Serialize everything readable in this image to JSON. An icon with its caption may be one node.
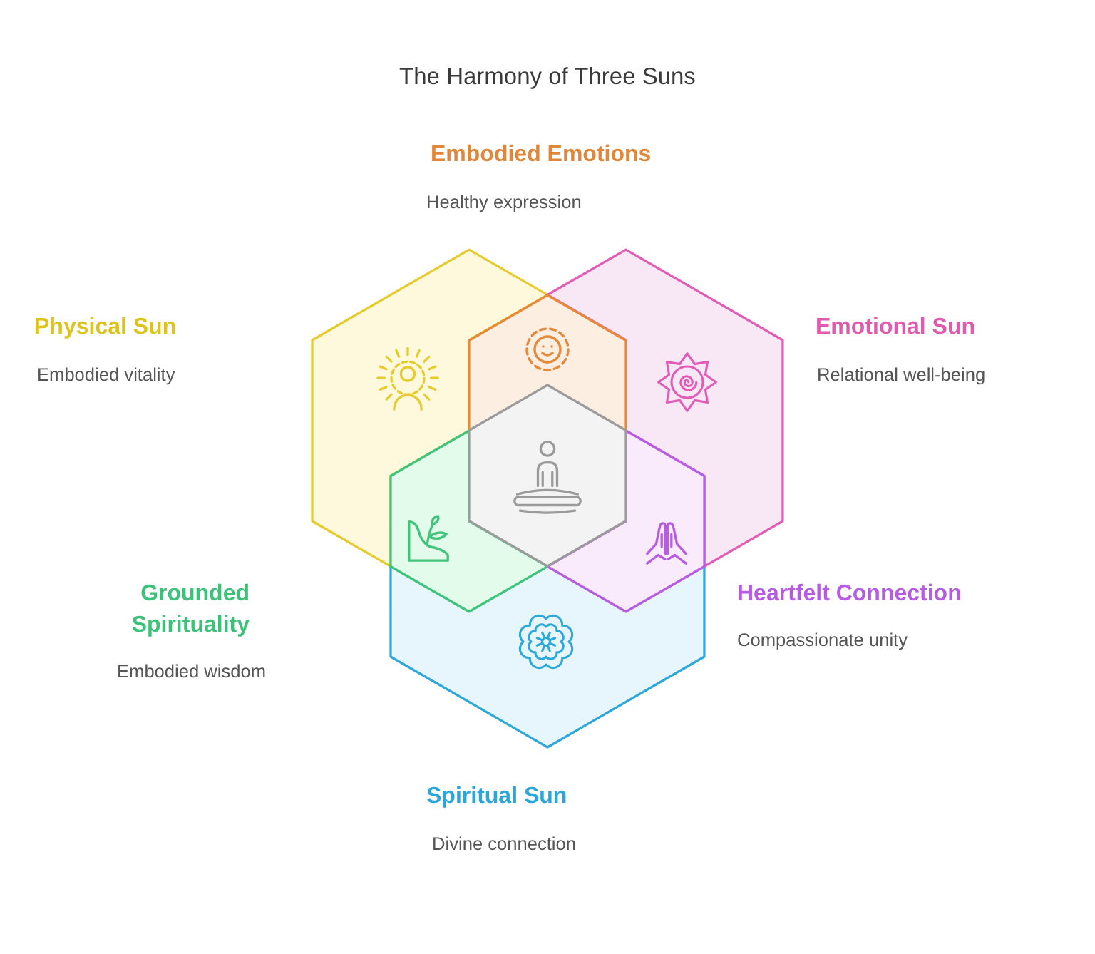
{
  "diagram": {
    "title": "The Harmony of Three Suns",
    "nodes": [
      {
        "text": [],
        "shape": "hexagon"
      },
      {
        "text": [],
        "shape": "hexagon"
      },
      {
        "text": [],
        "shape": "hexagon"
      },
      {
        "text": [],
        "shape": "hexagon"
      },
      {
        "text": [],
        "shape": "hexagon"
      },
      {
        "text": [],
        "shape": "hexagon"
      },
      {
        "text": [],
        "shape": "hexagon"
      }
    ],
    "labels": [
      "Embodied Emotions",
      "Healthy expression",
      "Physical Sun",
      "Emotional Sun",
      "Embodied vitality",
      "Relational well-being",
      "Grounded Spirituality",
      "Heartfelt Connection",
      "Compassionate unity",
      "Embodied wisdom",
      "Spiritual Sun",
      "Divine connection"
    ]
  }
}
